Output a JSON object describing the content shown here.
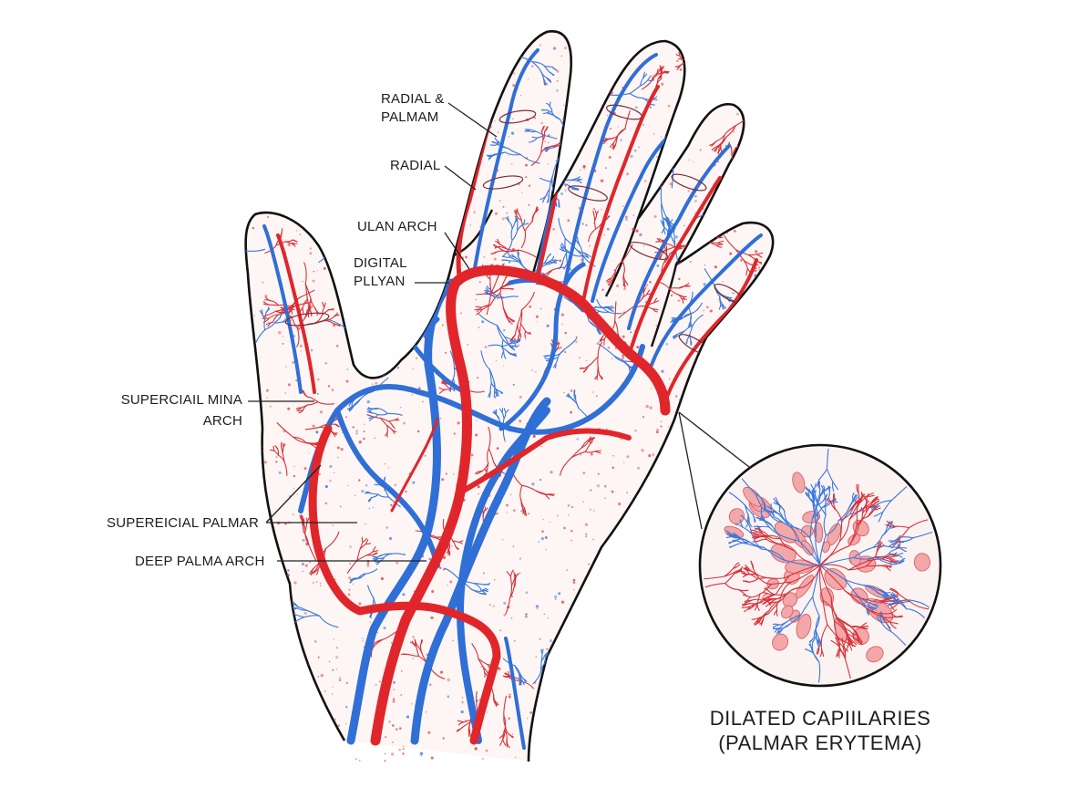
{
  "diagram": {
    "labels": {
      "radial_palmam": [
        "RADIAL &",
        "PALMAM"
      ],
      "radial": "RADIAL",
      "ulan_arch": "ULAN ARCH",
      "digital_pllyan": [
        "DIGITAL",
        "PLLYAN"
      ],
      "superciail_mina_arch": [
        "SUPERCIAIL MINA",
        "ARCH"
      ],
      "supereicial_palmar": "SUPEREICIAL PALMAR",
      "deep_palma_arch": "DEEP PALMA ARCH"
    },
    "inset_caption": [
      "DILATED CAPIILARIES",
      "(PALMAR ERYTEMA)"
    ],
    "colors": {
      "artery": "#e0262b",
      "vein": "#2f6fd6",
      "outline": "#111111",
      "skin": "#fdf6f4",
      "capillary_blob": "#f2a7a9"
    }
  }
}
